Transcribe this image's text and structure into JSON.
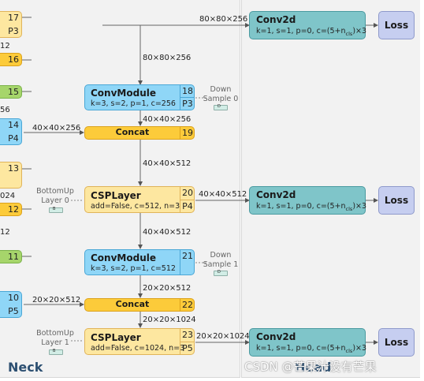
{
  "sections": {
    "neck": "Neck",
    "head": "Head"
  },
  "watermark": "CSDN @芒果汁没有芒果",
  "left_strip": {
    "numbers": [
      "17",
      "P3",
      "16",
      "15",
      "14",
      "P4",
      "13",
      "12",
      "11",
      "10",
      "P5"
    ],
    "fragments": [
      "12",
      "56",
      "024",
      "12"
    ]
  },
  "blocks": {
    "conv_down0": {
      "title": "ConvModule",
      "params": "k=3, s=2, p=1, c=256",
      "index": "18",
      "level": "P3"
    },
    "concat19": {
      "title": "Concat",
      "index": "19"
    },
    "csp20": {
      "title": "CSPLayer",
      "params": "add=False, c=512, n=3",
      "index": "20",
      "level": "P4"
    },
    "conv_down1": {
      "title": "ConvModule",
      "params": "k=3, s=2, p=1, c=512",
      "index": "21"
    },
    "concat22": {
      "title": "Concat",
      "index": "22"
    },
    "csp23": {
      "title": "CSPLayer",
      "params": "add=False, c=1024, n=3",
      "index": "23",
      "level": "P5"
    }
  },
  "head_rows": [
    {
      "title": "Conv2d",
      "params_prefix": "k=1, s=1, p=0, c=(5+n",
      "params_sub": "cls",
      "params_suffix": ")×3",
      "loss": "Loss"
    },
    {
      "title": "Conv2d",
      "params_prefix": "k=1, s=1, p=0, c=(5+n",
      "params_sub": "cls",
      "params_suffix": ")×3",
      "loss": "Loss"
    },
    {
      "title": "Conv2d",
      "params_prefix": "k=1, s=1, p=0, c=(5+n",
      "params_sub": "cls",
      "params_suffix": ")×3",
      "loss": "Loss"
    }
  ],
  "annotations": {
    "down0_line1": "Down",
    "down0_line2": "Sample 0",
    "down1_line1": "Down",
    "down1_line2": "Sample 1",
    "bu0_line1": "BottomUp",
    "bu0_line2": "Layer 0",
    "bu1_line1": "BottomUp",
    "bu1_line2": "Layer 1",
    "badge": "D",
    "badge_b": "B"
  },
  "edges": {
    "top_head": "80×80×256",
    "top_down": "80×80×256",
    "after_conv18": "40×40×256",
    "in_concat19": "40×40×256",
    "after_concat19": "40×40×512",
    "csp20_head": "40×40×512",
    "csp20_down": "40×40×512",
    "after_conv21": "20×20×512",
    "in_concat22": "20×20×512",
    "after_concat22": "20×20×1024",
    "csp23_head": "20×20×1024"
  },
  "colors": {
    "blue_fill": "#8fd6f7",
    "blue_border": "#4aa7d6",
    "yellow_fill": "#fde7a0",
    "yellow_border": "#e0b45a",
    "orange_fill": "#fccb3a",
    "orange_border": "#dca21c",
    "green_fill": "#a6d56b",
    "green_border": "#7bb24a",
    "teal_fill": "#7fc5c9",
    "teal_border": "#4a9aa0",
    "loss_fill": "#c6cef0",
    "loss_border": "#8f9acb",
    "panel_bg": "#f2f2f2",
    "label": "#2c4f71"
  }
}
